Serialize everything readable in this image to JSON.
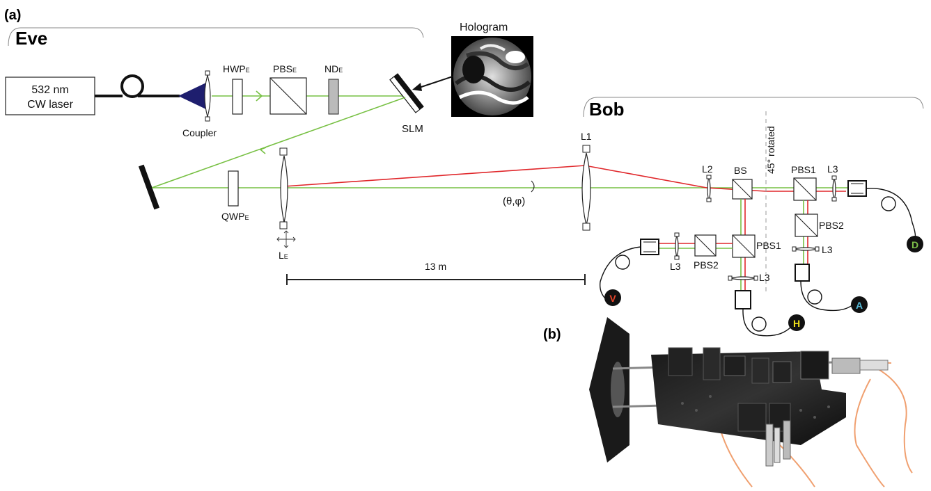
{
  "panels": {
    "a": "(a)",
    "b": "(b)"
  },
  "parties": {
    "eve": "Eve",
    "bob": "Bob"
  },
  "laser": {
    "line1": "532 nm",
    "line2": "CW laser"
  },
  "labels": {
    "coupler": "Coupler",
    "hwp": "HWP",
    "hwp_sub": "E",
    "pbs_e": "PBS",
    "pbs_e_sub": "E",
    "nd": "ND",
    "nd_sub": "E",
    "hologram": "Hologram",
    "slm": "SLM",
    "qwp": "QWP",
    "qwp_sub": "E",
    "le": "L",
    "le_sub": "E",
    "angle": "(θ,φ)",
    "distance": "13 m",
    "l1": "L1",
    "l2": "L2",
    "bs": "BS",
    "rotated": "45° rotated",
    "pbs1_top": "PBS1",
    "l3_top": "L3",
    "pbs2_right": "PBS2",
    "l3_right": "L3",
    "pbs1_left": "PBS1",
    "pbs2_left": "PBS2",
    "l3_left": "L3",
    "l3_bottom": "L3"
  },
  "detectors": [
    {
      "letter": "D",
      "color": "#7ec04a"
    },
    {
      "letter": "A",
      "color": "#56b9d6"
    },
    {
      "letter": "V",
      "color": "#e8452a"
    },
    {
      "letter": "H",
      "color": "#f2e21a"
    }
  ],
  "beam_colors": {
    "green": "#77c043",
    "red": "#e0262a"
  }
}
